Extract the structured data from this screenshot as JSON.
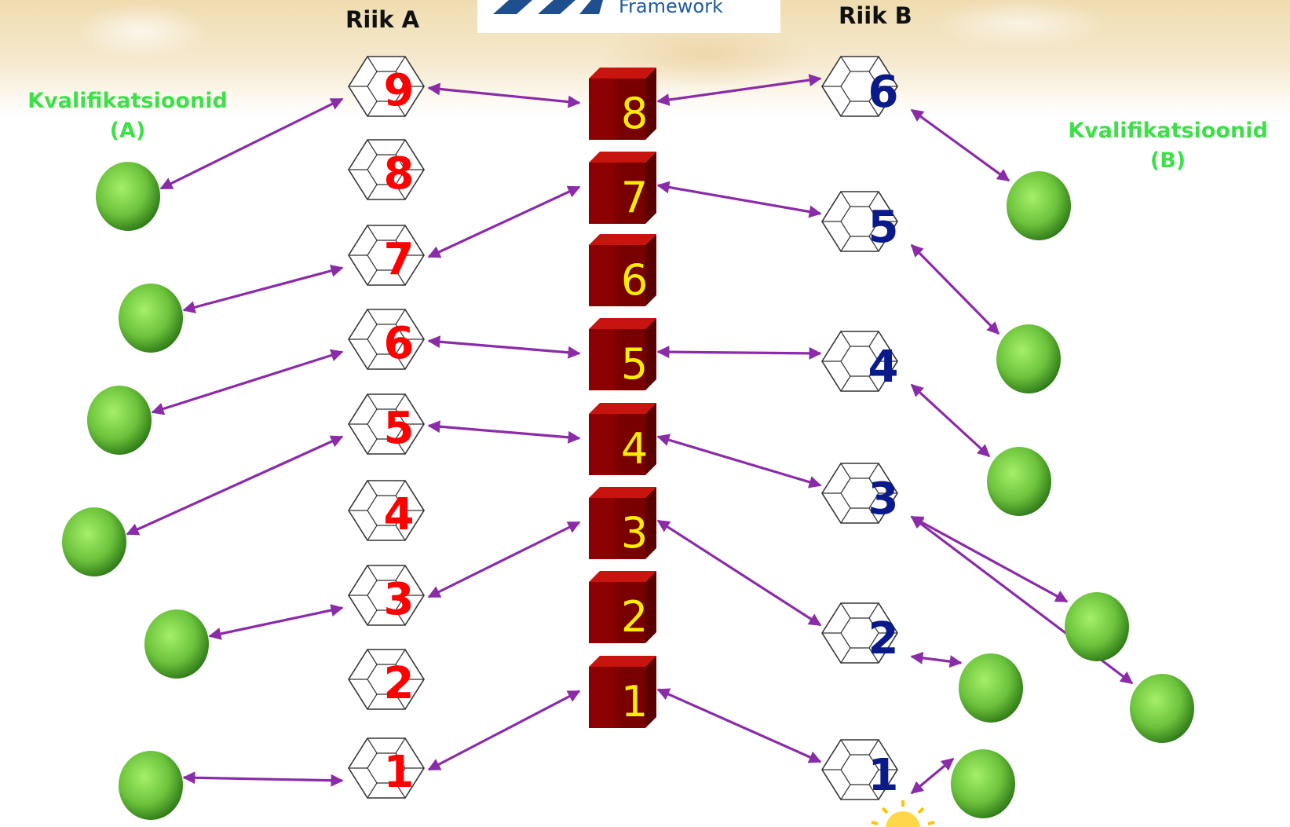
{
  "logo": {
    "text": "Framework"
  },
  "headings": {
    "country_a": "Riik A",
    "country_b": "Riik B"
  },
  "qualifications": {
    "a": {
      "line1": "Kvalifikatsioonid",
      "line2": "(A)"
    },
    "b": {
      "line1": "Kvalifikatsioonid",
      "line2": "(B)"
    }
  },
  "framework_levels": [
    "8",
    "7",
    "6",
    "5",
    "4",
    "3",
    "2",
    "1"
  ],
  "country_a_levels": [
    "9",
    "8",
    "7",
    "6",
    "5",
    "4",
    "3",
    "2",
    "1"
  ],
  "country_b_levels": [
    "6",
    "5",
    "4",
    "3",
    "2",
    "1"
  ],
  "colors": {
    "arrow": "#8a2ba8",
    "cube_front": "#8b0000",
    "cube_top": "#c8140f",
    "cube_side": "#5a0000",
    "number_a": "#ff0000",
    "number_b": "#0a1a8a",
    "number_framework": "#ffee00",
    "qualification_label": "#3ee04a",
    "sphere_light": "#a6ef6a",
    "sphere_dark": "#2f7a18"
  },
  "links": {
    "framework_to_a": [
      [
        "8",
        "9"
      ],
      [
        "7",
        "7"
      ],
      [
        "5",
        "6"
      ],
      [
        "4",
        "5"
      ],
      [
        "3",
        "3"
      ],
      [
        "1",
        "1"
      ]
    ],
    "framework_to_b": [
      [
        "8",
        "6"
      ],
      [
        "7",
        "5"
      ],
      [
        "5",
        "4"
      ],
      [
        "4",
        "3"
      ],
      [
        "3",
        "2"
      ],
      [
        "1",
        "1"
      ]
    ]
  },
  "icons": {
    "hexagon": "polyhedron-icon",
    "cube": "cube-icon",
    "sphere": "sphere-icon",
    "sun": "sun-icon"
  }
}
